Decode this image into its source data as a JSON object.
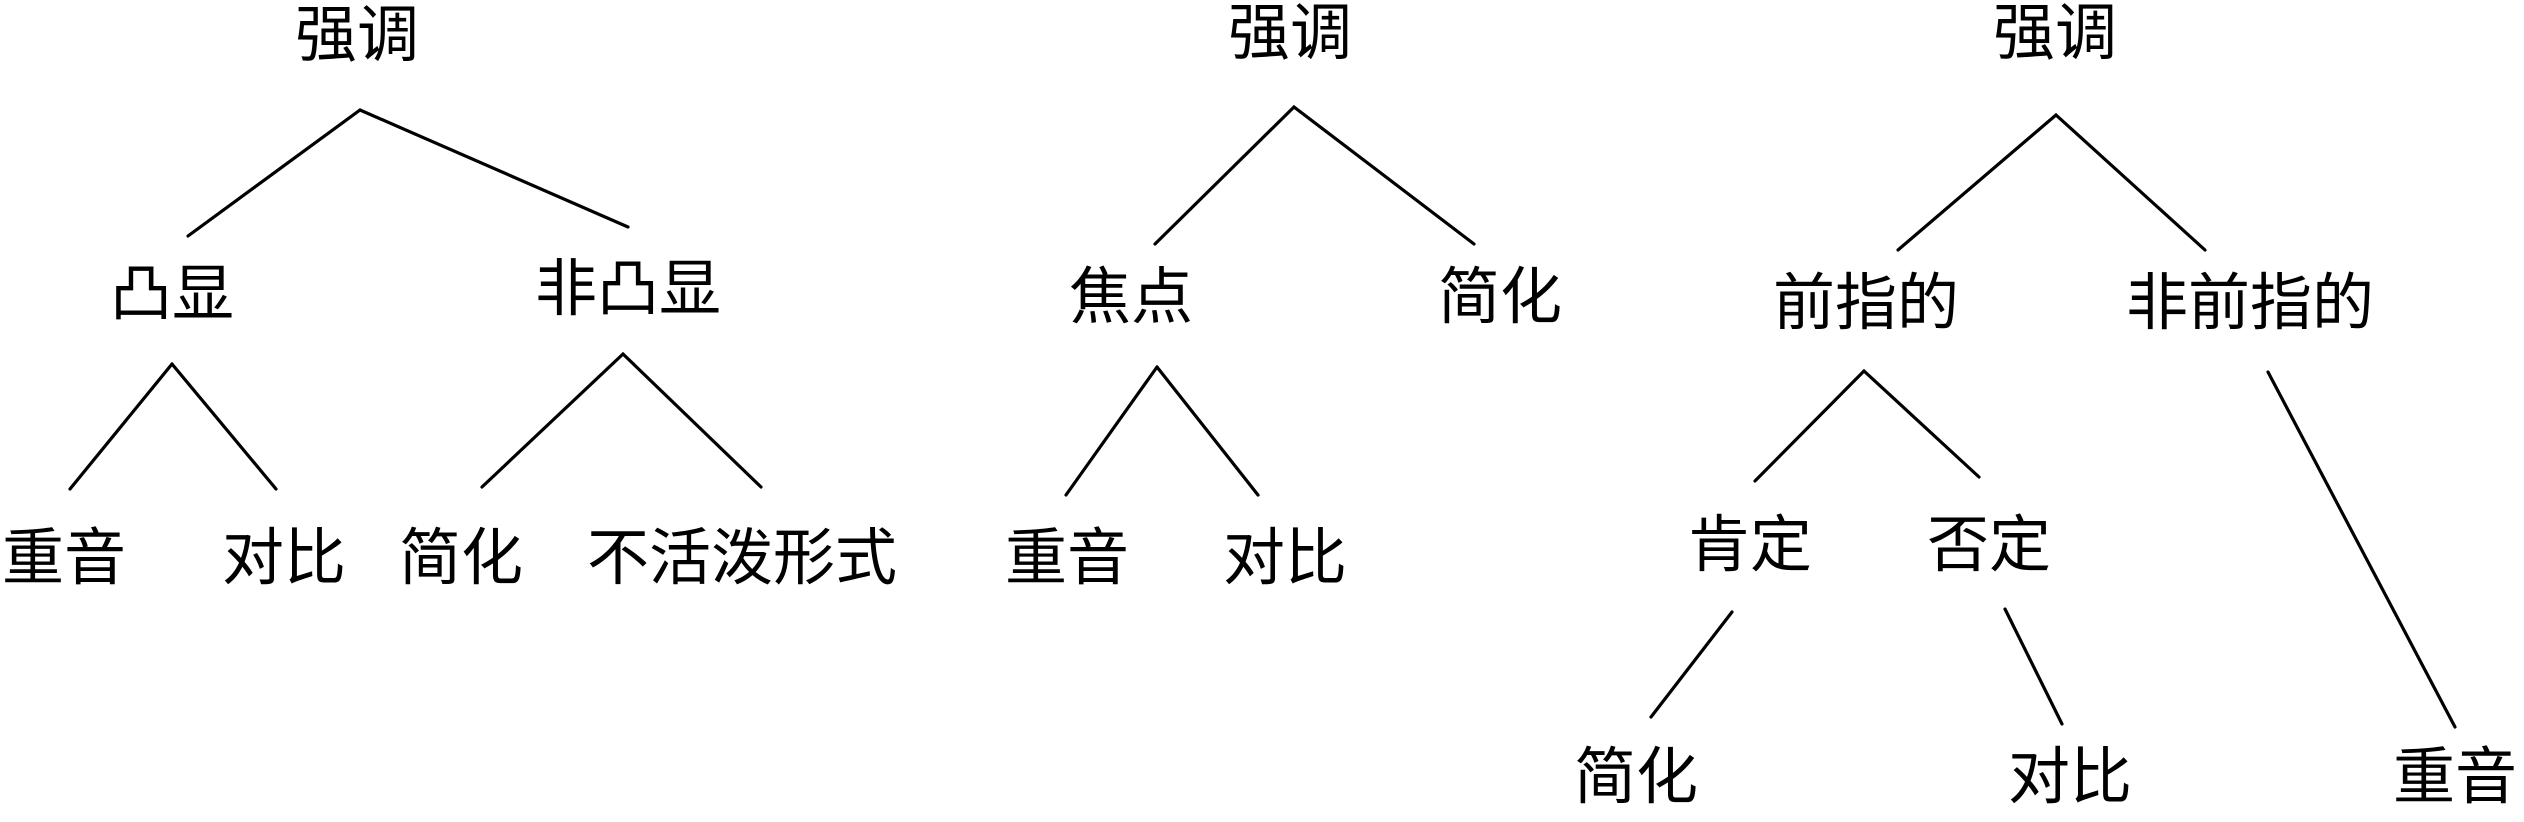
{
  "trees": [
    {
      "root": "强调",
      "children": [
        {
          "label": "凸显",
          "children": [
            {
              "label": "重音"
            },
            {
              "label": "对比"
            }
          ]
        },
        {
          "label": "非凸显",
          "children": [
            {
              "label": "简化"
            },
            {
              "label": "不活泼形式"
            }
          ]
        }
      ]
    },
    {
      "root": "强调",
      "children": [
        {
          "label": "焦点",
          "children": [
            {
              "label": "重音"
            },
            {
              "label": "对比"
            }
          ]
        },
        {
          "label": "简化"
        }
      ]
    },
    {
      "root": "强调",
      "children": [
        {
          "label": "前指的",
          "children": [
            {
              "label": "肯定",
              "children": [
                {
                  "label": "简化"
                }
              ]
            },
            {
              "label": "否定",
              "children": [
                {
                  "label": "对比"
                }
              ]
            }
          ]
        },
        {
          "label": "非前指的",
          "children": [
            {
              "label": "重音"
            }
          ]
        }
      ]
    }
  ]
}
